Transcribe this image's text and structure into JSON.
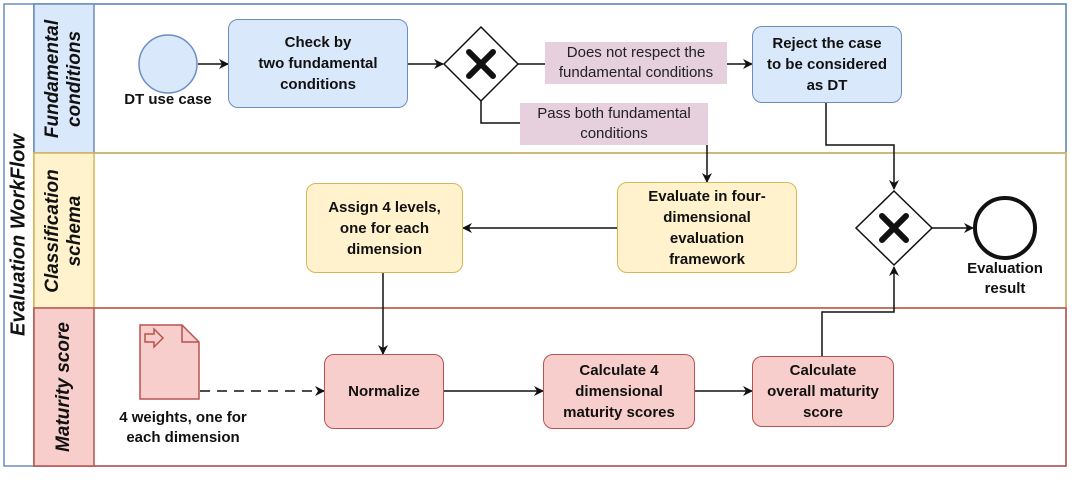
{
  "pool": {
    "title": "Evaluation WorkFlow"
  },
  "lanes": {
    "fundamental": "Fundamental\nconditions",
    "classification": "Classification\nschema",
    "maturity": "Maturity score"
  },
  "events": {
    "start": "DT use case",
    "end": "Evaluation\nresult"
  },
  "tasks": {
    "check": "Check by\ntwo fundamental\nconditions",
    "reject": "Reject the case\nto be considered\nas DT",
    "evaluate": "Evaluate in four-\ndimensional\nevaluation\nframework",
    "assign": "Assign 4 levels,\none for each\ndimension",
    "normalize": "Normalize",
    "calc4": "Calculate 4\ndimensional\nmaturity scores",
    "overall": "Calculate\noverall maturity\nscore"
  },
  "edge_labels": {
    "not_respect": "Does not respect the\nfundamental conditions",
    "pass_both": "Pass both fundamental\nconditions"
  },
  "data_object": {
    "label": "4 weights, one for\neach dimension"
  },
  "colors": {
    "lane_fundamental": "#6c8ebf",
    "lane_classification": "#d6b656",
    "lane_maturity": "#b85450",
    "task_blue": "#dae8fc",
    "task_yellow": "#fff2cc",
    "task_red": "#f8cecc"
  }
}
